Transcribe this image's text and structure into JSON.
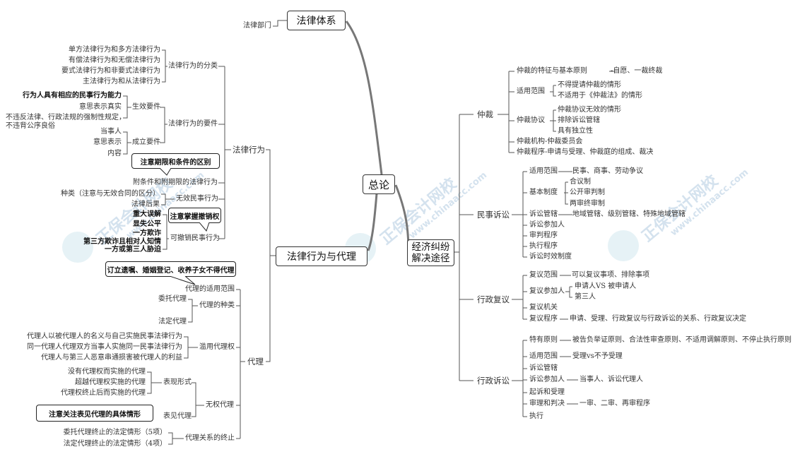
{
  "watermark": {
    "brand": "正保会计网校",
    "url": "www.chinaacc.com"
  },
  "root": {
    "label": "总论"
  },
  "left": {
    "legal_system": {
      "label": "法律体系",
      "child": "法律部门"
    },
    "act_agency": {
      "label": "法律行为与代理",
      "legal_act": {
        "label": "法律行为",
        "classification": {
          "label": "法律行为的分类",
          "items": [
            "单方法律行为和多方法律行为",
            "有偿法律行为和无偿法律行为",
            "要式法律行为和非要式法律行为",
            "主法律行为和从法律行为"
          ]
        },
        "elements": {
          "label": "法律行为的要件",
          "effective": {
            "label": "生效要件",
            "items": [
              "行为人具有相应的民事行为能力",
              "意思表示真实",
              "不违反法律、行政法规的强制性规定，",
              "不违背公序良俗"
            ]
          },
          "formation": {
            "label": "成立要件",
            "items": [
              "当事人",
              "意思表示",
              "内容"
            ]
          }
        },
        "conditional": {
          "label": "附条件和附期限的法律行为",
          "note": "注意期限和条件的区别"
        },
        "void": {
          "label": "无效民事行为",
          "items": [
            "种类（注意与无效合同的区分）",
            "法律后果"
          ]
        },
        "revocable": {
          "label": "可撤销民事行为",
          "note": "注意掌握撤销权",
          "items": [
            "重大误解",
            "显失公平",
            "一方欺诈",
            "第三方欺诈且相对人知情",
            "一方或第三人胁迫"
          ]
        }
      },
      "agency": {
        "label": "代理",
        "scope": {
          "label": "代理的适用范围",
          "note": "订立遗嘱、婚姻登记、收养子女不得代理"
        },
        "types": {
          "label": "代理的种类",
          "items": [
            "委托代理",
            "法定代理"
          ]
        },
        "abuse": {
          "label": "滥用代理权",
          "items": [
            "代理人以被代理人的名义与自己实施民事法律行为",
            "同一代理人代理双方当事人实施同一民事法律行为",
            "代理人与第三人恶意串通损害被代理人的利益"
          ]
        },
        "unauthorized": {
          "label": "无权代理",
          "forms": {
            "label": "表现形式",
            "items": [
              "没有代理权而实施的代理",
              "超越代理权实施的代理",
              "代理权终止后而实施的代理"
            ]
          },
          "apparent": {
            "label": "表见代理",
            "note": "注意关注表见代理的具体情形"
          }
        },
        "termination": {
          "label": "代理关系的终止",
          "items": [
            "委托代理终止的法定情形（5项）",
            "法定代理终止的法定情形（4项）"
          ]
        }
      }
    }
  },
  "right": {
    "dispute": {
      "label_line1": "经济纠纷",
      "label_line2": "解决途径",
      "arbitration": {
        "label": "仲裁",
        "features": {
          "label": "仲裁的特征与基本原则",
          "detail": "-自愿、一裁终裁"
        },
        "scope": {
          "label": "适用范围",
          "items": [
            "不得提请仲裁的情形",
            "不适用于《仲裁法》的情形"
          ]
        },
        "agreement": {
          "label": "仲裁协议",
          "items": [
            "仲裁协议无效的情形",
            "排除诉讼管辖",
            "具有独立性"
          ]
        },
        "institution": "仲裁机构-仲裁委员会",
        "procedure": "仲裁程序-申请与受理、仲裁庭的组成、裁决"
      },
      "civil": {
        "label": "民事诉讼",
        "scope": {
          "label": "适用范围",
          "detail": "民事、商事、劳动争议"
        },
        "basic": {
          "label": "基本制度",
          "items": [
            "合议制",
            "公开审判制",
            "两审终审制"
          ]
        },
        "jurisdiction": {
          "label": "诉讼管辖",
          "detail": "地域管辖、级别管辖、特殊地域管辖"
        },
        "others": [
          "诉讼参加人",
          "审判程序",
          "执行程序",
          "诉讼时效制度"
        ]
      },
      "reconsideration": {
        "label": "行政复议",
        "scope": {
          "label": "复议范围",
          "detail": "可以复议事项、排除事项"
        },
        "participants": {
          "label": "复议参加人",
          "items": [
            "申请人VS 被申请人",
            "第三人"
          ]
        },
        "organ": "复议机关",
        "procedure": {
          "label": "复议程序",
          "detail": "申请、受理、行政复议与行政诉讼的关系、行政复议决定"
        }
      },
      "litigation": {
        "label": "行政诉讼",
        "principles": {
          "label": "特有原则",
          "detail": "被告负举证原则、合法性审查原则、不适用调解原则、不停止执行原则"
        },
        "scope": {
          "label": "适用范围",
          "detail": "受理vs不予受理"
        },
        "jurisdiction": "诉讼管辖",
        "participants": {
          "label": "诉讼参加人",
          "detail": "当事人、诉讼代理人"
        },
        "filing": "起诉和受理",
        "trial": {
          "label": "审理和判决",
          "detail": "一审、二审、再审程序"
        },
        "execution": "执行"
      }
    }
  }
}
